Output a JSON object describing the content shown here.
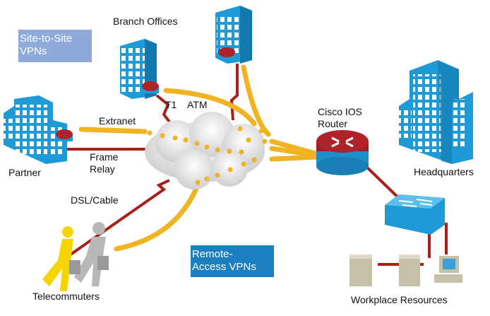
{
  "labels": {
    "branch_offices": "Branch Offices",
    "site_to_site": [
      "Site-to-Site",
      "VPNs"
    ],
    "extranet": "Extranet",
    "t1": "T1",
    "atm": "ATM",
    "frame_relay": [
      "Frame",
      "Relay"
    ],
    "partner": "Partner",
    "router": [
      "Cisco IOS",
      "Router"
    ],
    "headquarters": "Headquarters",
    "dsl_cable": "DSL/Cable",
    "remote_access": [
      "Remote-",
      "Access VPNs"
    ],
    "telecommuters": "Telecommuters",
    "workplace_resources": "Workplace Resources"
  },
  "colors": {
    "site_to_site_box": "#8eaadb",
    "remote_access_box": "#1b7fc0",
    "vpn_tunnel": "#f0b323",
    "wan_link": "#a8201a",
    "building": "#1e9ad6",
    "router": "#b0222a"
  }
}
